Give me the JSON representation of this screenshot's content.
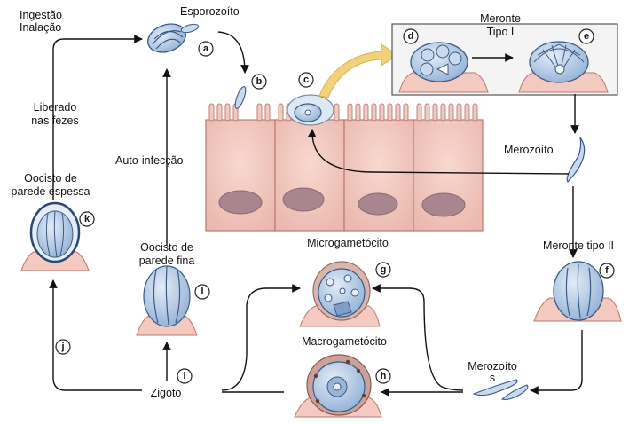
{
  "labels": {
    "ingestion": "Ingestão",
    "inhalation": "Inalação",
    "sporozoite": "Esporozoíto",
    "meront_type1_line1": "Meronte",
    "meront_type1_line2": "Tipo I",
    "merozoite": "Merozoíto",
    "released_line1": "Liberado",
    "released_line2": "nas fezes",
    "autoinfection": "Auto-infecção",
    "thick_oocyst_line1": "Oocisto de",
    "thick_oocyst_line2": "parede espessa",
    "thin_oocyst_line1": "Oocisto de",
    "thin_oocyst_line2": "parede fina",
    "microgametocyte": "Microgametócito",
    "macrogametocyte": "Macrogametócito",
    "meront_type2": "Meronte tipo II",
    "merozoites_line1": "Merozoíto",
    "merozoites_line2": "s",
    "zygote": "Zigoto"
  },
  "stages": {
    "a": "a",
    "b": "b",
    "c": "c",
    "d": "d",
    "e": "e",
    "f": "f",
    "g": "g",
    "h": "h",
    "i": "i",
    "j": "j",
    "k": "k",
    "l": "l"
  },
  "colors": {
    "cell_fill": "#f4c9c0",
    "cell_stroke": "#b87a70",
    "nucleus": "#a9868f",
    "parasite_fill": "#b9cde6",
    "parasite_stroke": "#3a5a85",
    "parasite_dark": "#7f9fc6",
    "highlight_arrow": "#f1d27a",
    "inset_fill": "#ececec"
  }
}
